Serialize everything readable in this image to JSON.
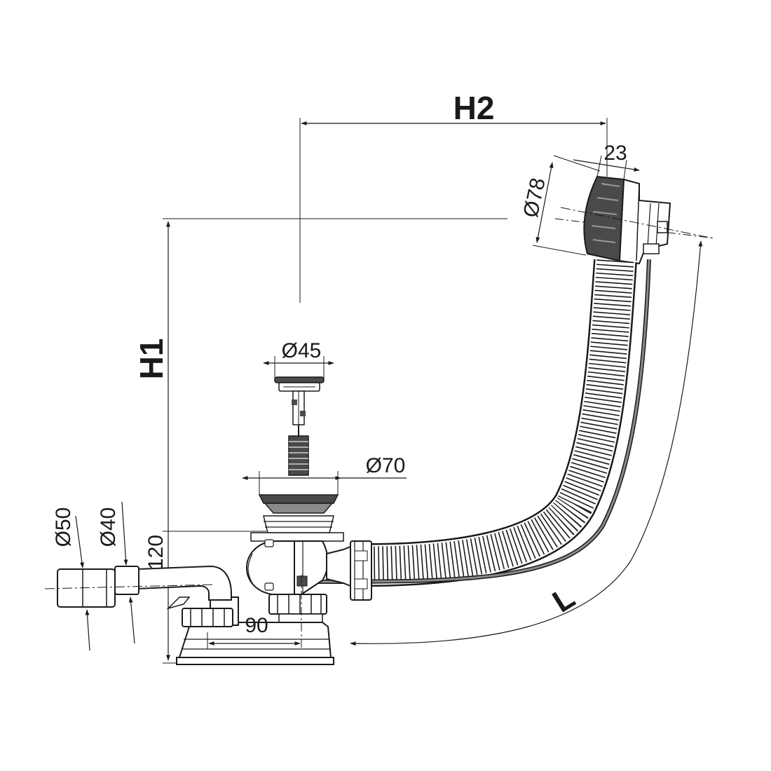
{
  "labels": {
    "h2": "H2",
    "h1": "H1",
    "l": "L",
    "d78": "Ø78",
    "w23": "23",
    "d45": "Ø45",
    "d70": "Ø70",
    "d50": "Ø50",
    "d40": "Ø40",
    "h120": "120",
    "w90": "90"
  },
  "colors": {
    "line": "#1a1a1a",
    "fill_dark": "#4a4a4a",
    "fill_mid": "#8a8a8a",
    "fill_light": "#d9d9d9"
  }
}
